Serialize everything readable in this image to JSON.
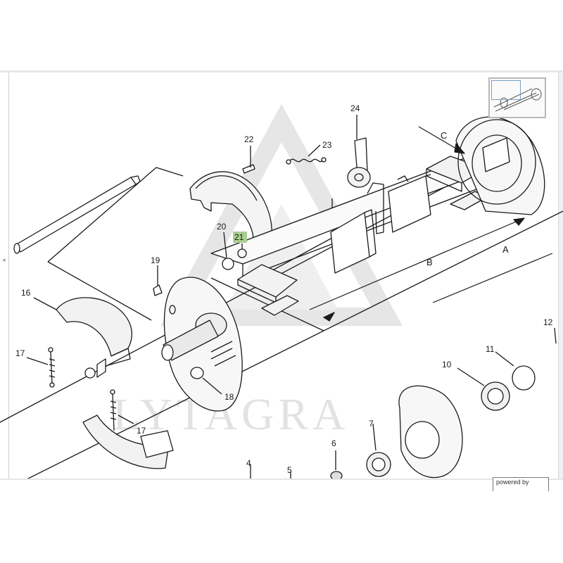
{
  "viewer": {
    "nav_prev_glyph": "◂",
    "powered_by_label": "powered by"
  },
  "watermark": {
    "text": "LYTAGRA"
  },
  "diagram": {
    "callouts": {
      "p4": "4",
      "p5": "5",
      "p6": "6",
      "p7": "7",
      "p10": "10",
      "p11": "11",
      "p12": "12",
      "p16": "16",
      "p17a": "17",
      "p17b": "17",
      "p18": "18",
      "p19": "19",
      "p20": "20",
      "p21": "21",
      "p22": "22",
      "p23": "23",
      "p24": "24"
    },
    "dimensions": {
      "a": "A",
      "b": "B",
      "c": "C"
    },
    "highlight_color": "#a9cf8f",
    "line_color": "#1a1a1a"
  }
}
